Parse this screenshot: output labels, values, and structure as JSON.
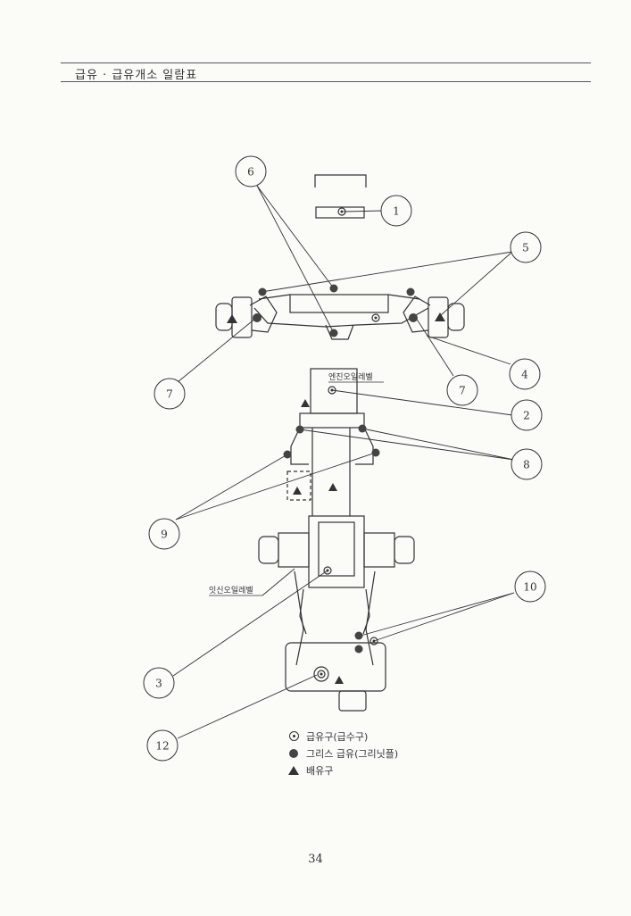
{
  "header": {
    "title": "급유 · 급유개소 일람표"
  },
  "labels": {
    "engine_oil_level": "엔진오일레벨",
    "axle_oil_level": "잇신오일레벨"
  },
  "callouts": [
    "1",
    "2",
    "3",
    "4",
    "5",
    "6",
    "7",
    "8",
    "9",
    "10",
    "12"
  ],
  "legend": [
    {
      "icon": "oil-inlet-icon",
      "text": "급유구(급수구)"
    },
    {
      "icon": "grease-point-icon",
      "text": "그리스 급유(그리닛플)"
    },
    {
      "icon": "drain-icon",
      "text": "배유구"
    }
  ],
  "page_number": "34"
}
